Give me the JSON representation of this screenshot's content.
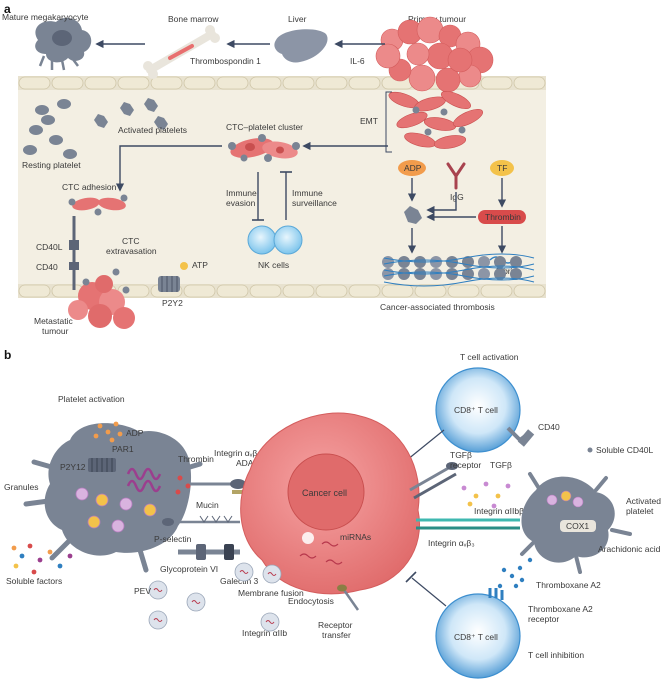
{
  "panel_a": {
    "letter": "a",
    "labels": {
      "mature_megakaryocyte": "Mature megakaryocyte",
      "bone_marrow": "Bone marrow",
      "thrombospondin": "Thrombospondin 1",
      "liver": "Liver",
      "il6": "IL-6",
      "primary_tumour": "Primary tumour",
      "emt": "EMT",
      "activated_platelets": "Activated platelets",
      "ctc_platelet_cluster": "CTC–platelet cluster",
      "resting_platelet": "Resting platelet",
      "immune_evasion_1": "Immune",
      "immune_evasion_2": "evasion",
      "immune_surveillance_1": "Immune",
      "immune_surveillance_2": "surveillance",
      "nk_cells": "NK cells",
      "ctc_adhesion": "CTC adhesion",
      "cd40l": "CD40L",
      "cd40": "CD40",
      "ctc_extravasation_1": "CTC",
      "ctc_extravasation_2": "extravasation",
      "atp": "ATP",
      "p2y2": "P2Y2",
      "metastatic_tumour_1": "Metastatic",
      "metastatic_tumour_2": "tumour",
      "adp": "ADP",
      "tf": "TF",
      "igg": "IgG",
      "thrombin": "Thrombin",
      "fibrin": "Fibrin",
      "cancer_associated_thrombosis": "Cancer-associated thrombosis"
    }
  },
  "panel_b": {
    "letter": "b",
    "labels": {
      "t_cell_activation": "T cell activation",
      "platelet_activation": "Platelet activation",
      "adp": "ADP",
      "par1": "PAR1",
      "p2y12": "P2Y12",
      "thrombin": "Thrombin",
      "integrin_a5b1": "Integrin αᵥβ₁",
      "adam9": "ADAM9",
      "cd8_t_cell_top": "CD8⁺ T cell",
      "cd40": "CD40",
      "soluble_cd40l": "Soluble CD40L",
      "tgfb_receptor_1": "TGFβ",
      "tgfb_receptor_2": "receptor",
      "tgfb": "TGFβ",
      "granules": "Granules",
      "mucin": "Mucin",
      "cancer_cell": "Cancer cell",
      "integrin_aiib_b3": "Integrin αIIbβ3",
      "activated_platelet_1": "Activated",
      "activated_platelet_2": "platelet",
      "cox1": "COX1",
      "p_selectin": "P-selectin",
      "integrin_avb3": "Integrin αᵥβ₃",
      "arachidonic_acid": "Arachidonic acid",
      "mirnas": "miRNAs",
      "soluble_factors": "Soluble factors",
      "glycoprotein_vi": "Glycoprotein VI",
      "galectin_3": "Galectin 3",
      "thromboxane_a2": "Thromboxane A2",
      "membrane_fusion": "Membrane fusion",
      "endocytosis": "Endocytosis",
      "pev": "PEV",
      "cd8_t_cell_bottom": "CD8⁺ T cell",
      "thromboxane_receptor_1": "Thromboxane A2",
      "thromboxane_receptor_2": "receptor",
      "integrin_aiib": "Integrin αIIb",
      "receptor_transfer_1": "Receptor",
      "receptor_transfer_2": "transfer",
      "t_cell_inhibition": "T cell inhibition"
    }
  },
  "colors": {
    "tumour": "#e57373",
    "platelet": "#7a8494",
    "vessel": "#f3efe3",
    "vessel_wall": "#e4ddc7",
    "nk": "#7cc4ec",
    "tcell": "#4a9fd8",
    "arrow": "#3d4a63",
    "thrombin": "#d84b4b",
    "adp": "#f29c4c",
    "tf": "#f3c24a",
    "fibrin": "#2f7fc0"
  }
}
